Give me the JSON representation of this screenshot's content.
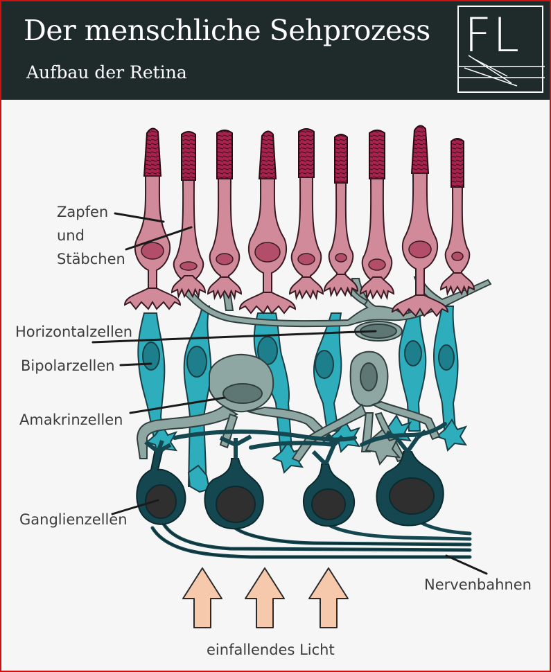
{
  "header": {
    "title": "Der menschliche Sehprozess",
    "subtitle": "Aufbau der Retina",
    "logo_text": "FL"
  },
  "labels": {
    "zapfen_line1": "Zapfen",
    "zapfen_line2": "und",
    "zapfen_line3": "Stäbchen",
    "horizontal": "Horizontalzellen",
    "bipolar": "Bipolarzellen",
    "amakrin": "Amakrinzellen",
    "ganglien": "Ganglienzellen",
    "nerven": "Nervenbahnen",
    "licht": "einfallendes Licht"
  },
  "colors": {
    "header_bg": "#1f2b2b",
    "photoreceptor": "#d08a99",
    "outer_segment": "#a8224e",
    "bipolar": "#2eaebd",
    "horizontal_amacrine": "#8fa7a3",
    "ganglion": "#14474f",
    "light_arrow": "#f6c9ad",
    "border": "#cc1111"
  }
}
